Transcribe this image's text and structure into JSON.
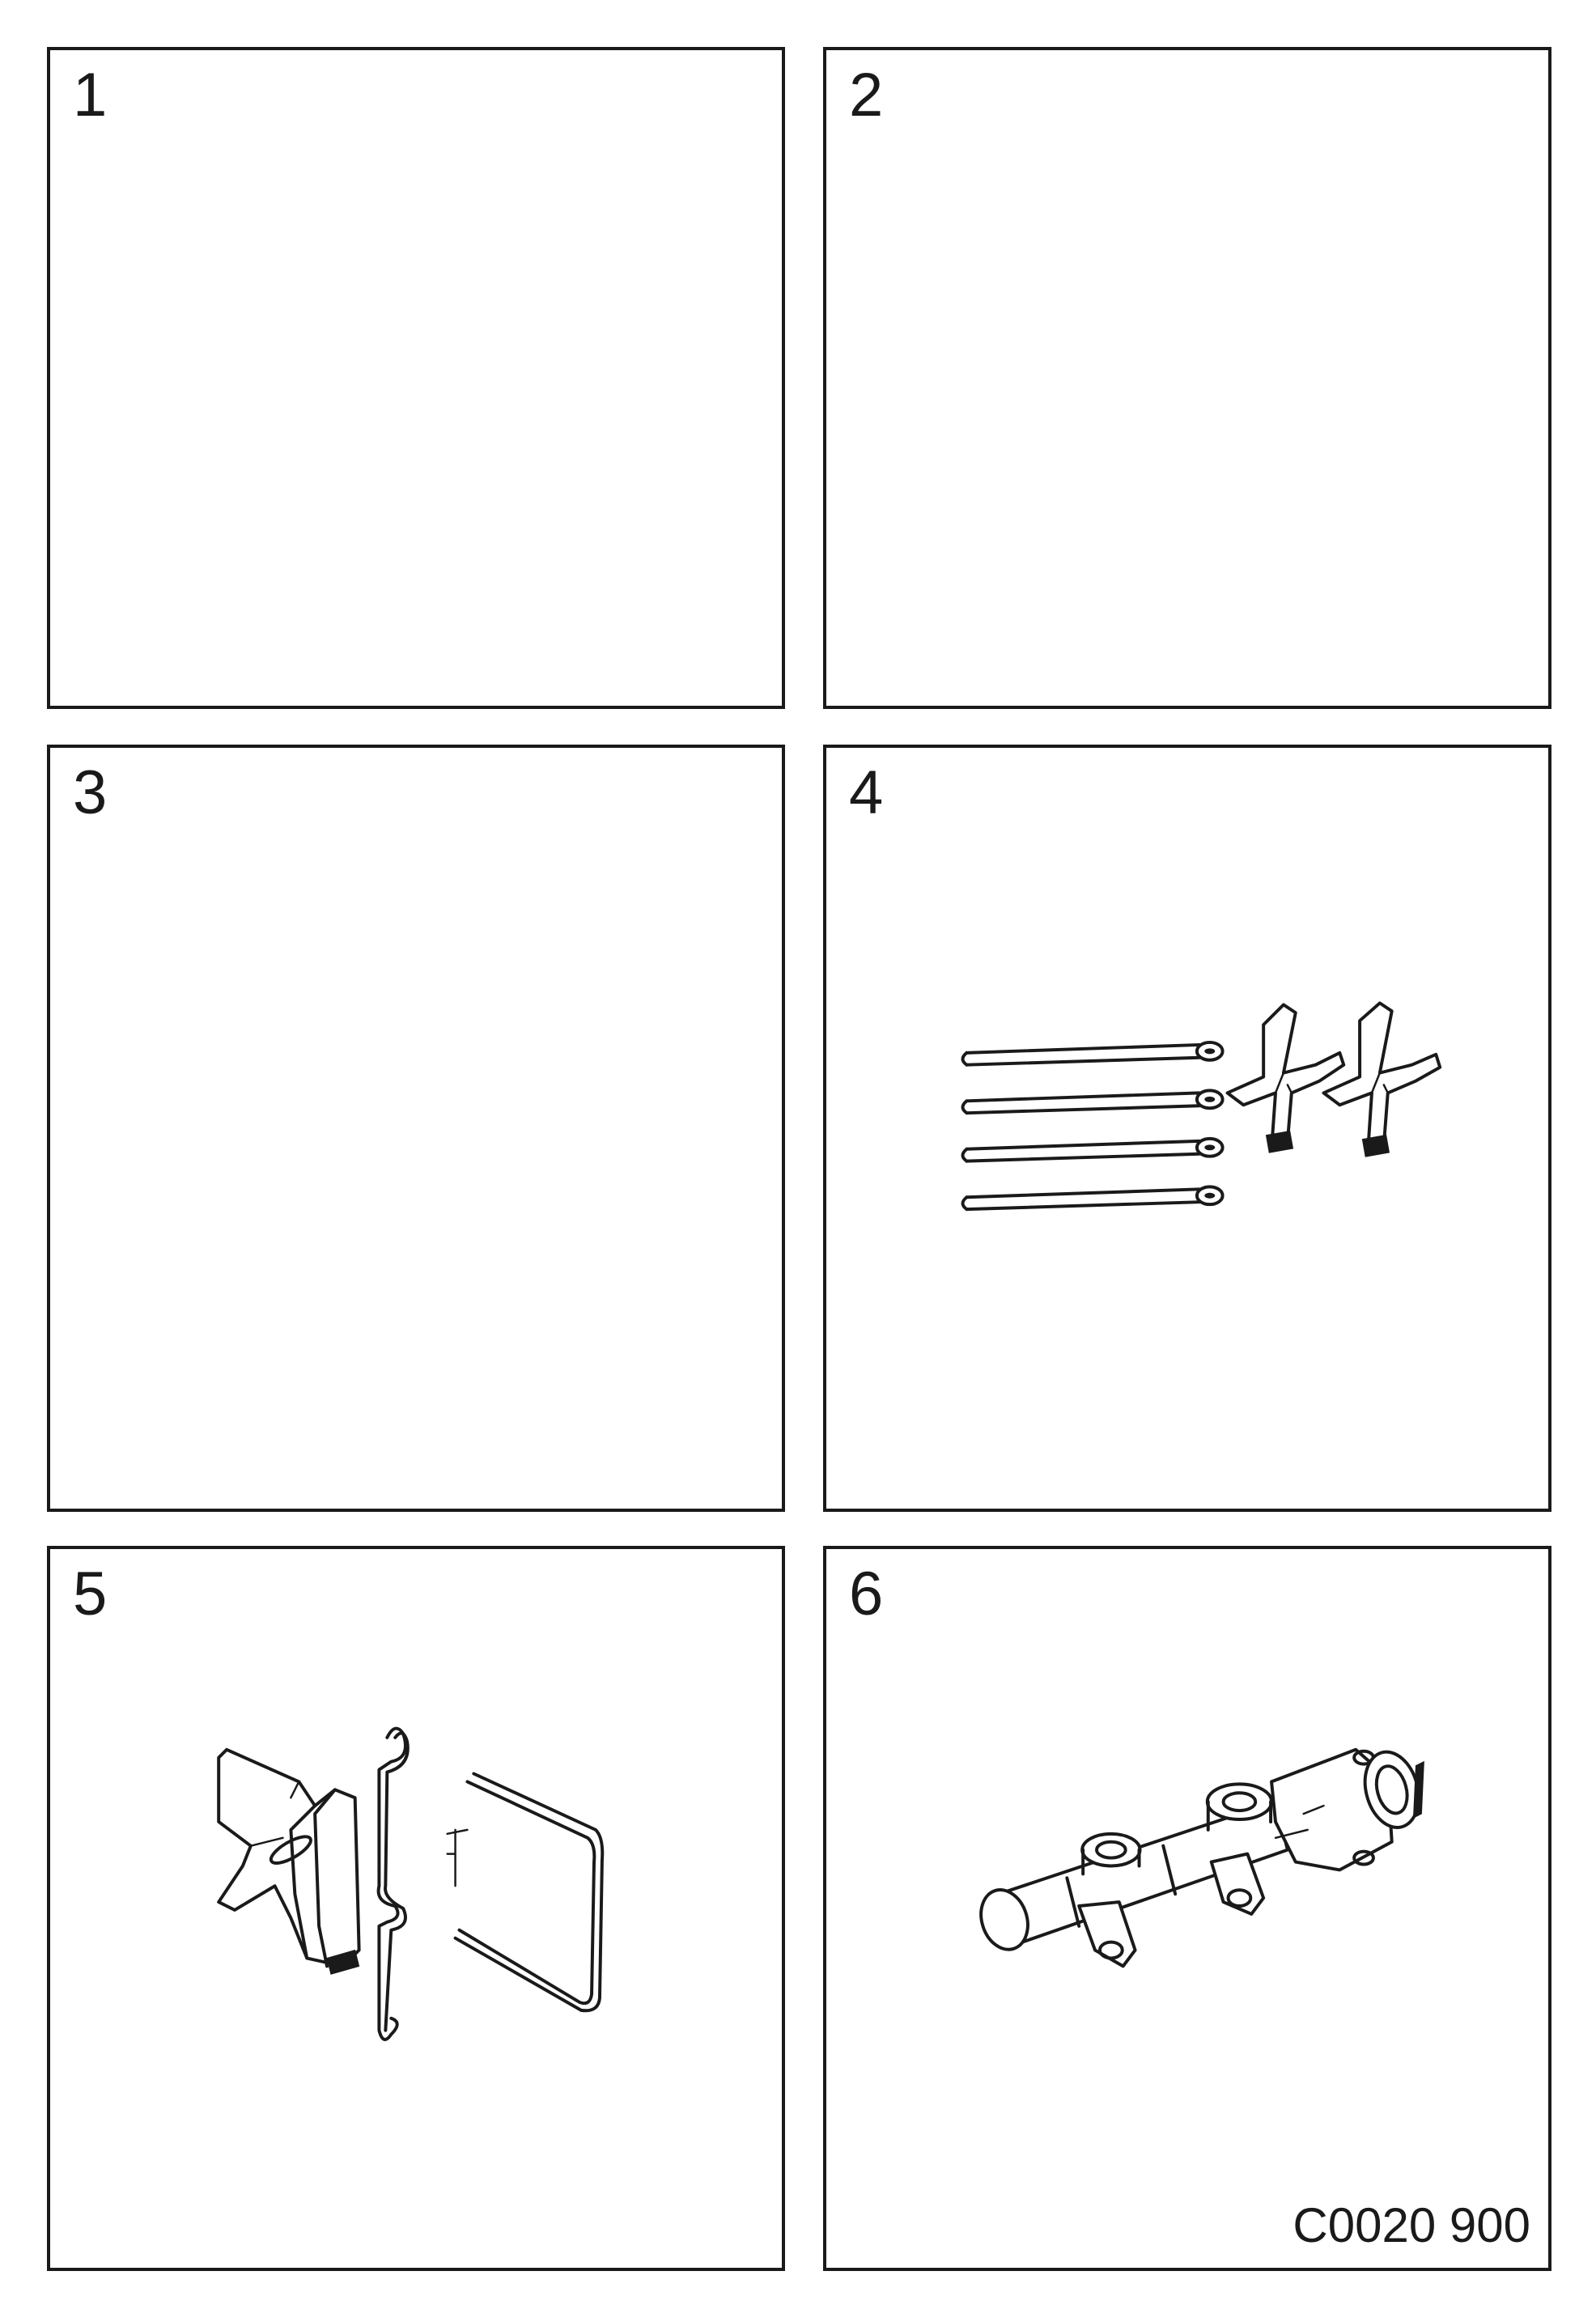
{
  "panels": [
    {
      "number": "1",
      "contents": "empty"
    },
    {
      "number": "2",
      "contents": "empty"
    },
    {
      "number": "3",
      "contents": "empty"
    },
    {
      "number": "4",
      "contents": "pins-and-spring-clips"
    },
    {
      "number": "5",
      "contents": "brake-pad-with-spring-clip"
    },
    {
      "number": "6",
      "contents": "master-cylinder-housing"
    }
  ],
  "reference_code": "C0020 900"
}
